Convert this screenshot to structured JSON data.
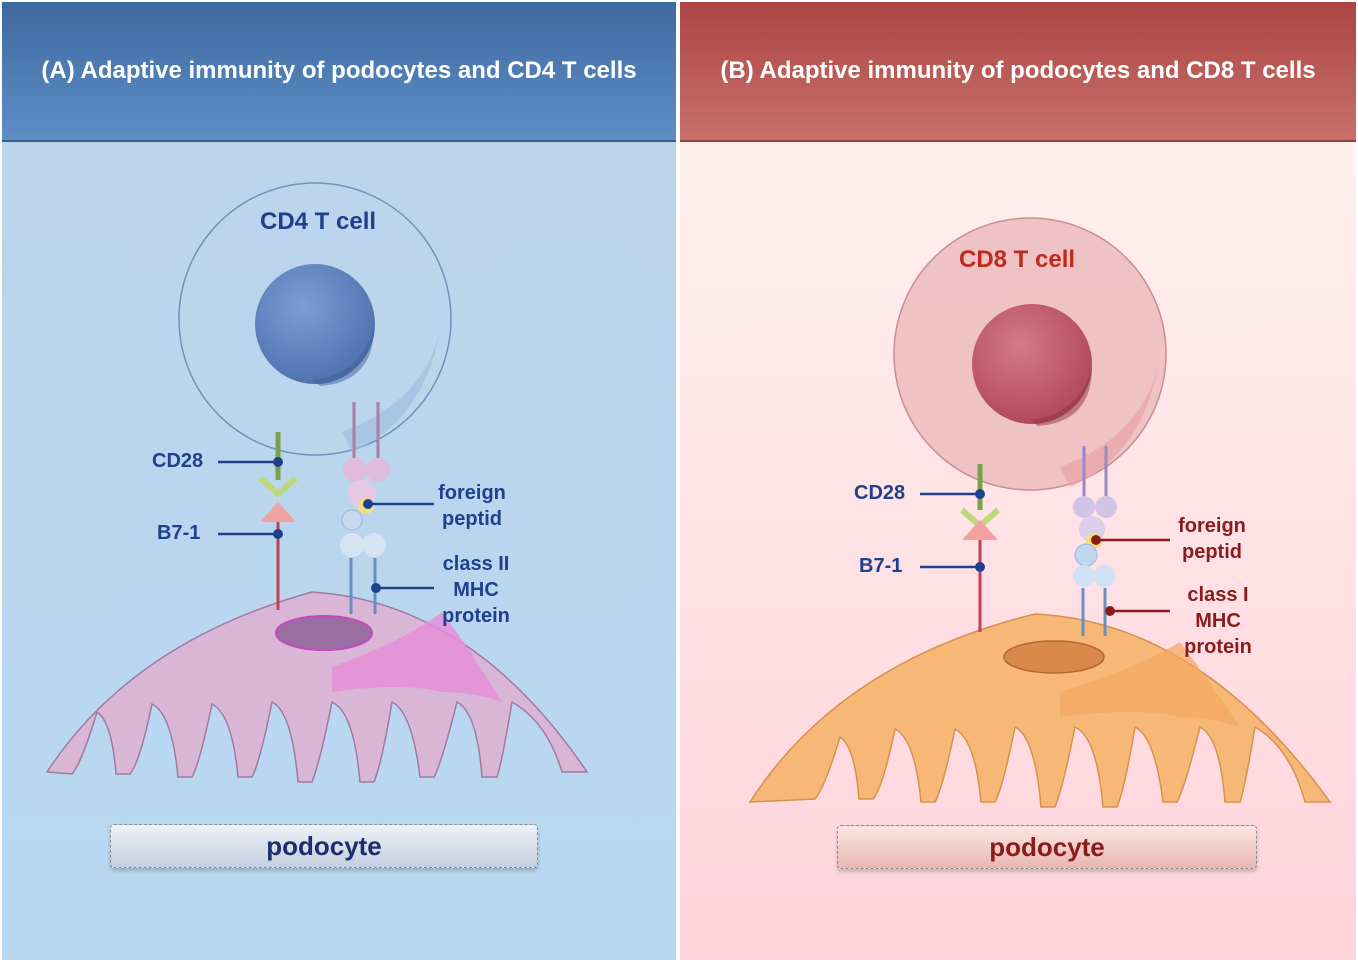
{
  "panel_a": {
    "title": "(A) Adaptive immunity of podocytes and CD4 T cells",
    "cell_label": "CD4 T cell",
    "labels": {
      "cd28": "CD28",
      "b71": "B7-1",
      "foreign_peptide": [
        "foreign",
        "peptid"
      ],
      "mhc": [
        "class II",
        "MHC",
        "protein"
      ]
    },
    "podocyte_label": "podocyte"
  },
  "panel_b": {
    "title": "(B) Adaptive immunity of podocytes and CD8 T cells",
    "cell_label": "CD8 T cell",
    "labels": {
      "cd28": "CD28",
      "b71": "B7-1",
      "foreign_peptide": [
        "foreign",
        "peptid"
      ],
      "mhc": [
        "class I",
        "MHC",
        "protein"
      ]
    },
    "podocyte_label": "podocyte"
  },
  "colors": {
    "a_header": "#4a78ad",
    "b_header": "#b9504e",
    "a_text": "#1f3f8f",
    "b_text": "#8a1c1c",
    "podocyte_a": "#d9b5d6",
    "podocyte_b": "#f7b877"
  }
}
